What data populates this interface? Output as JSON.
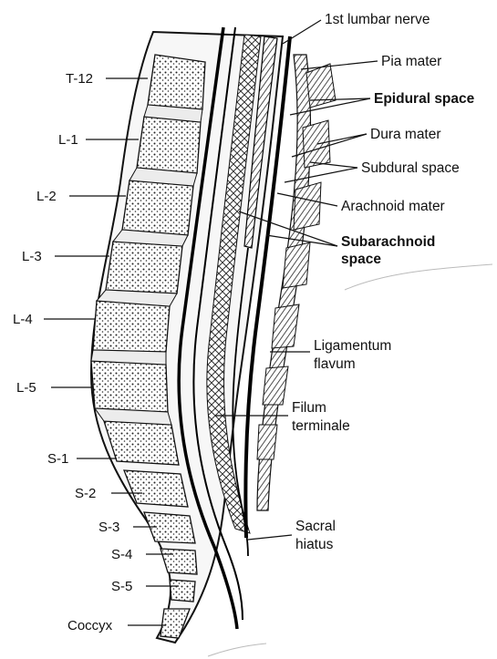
{
  "vertebra_labels": [
    {
      "id": "t12",
      "text": "T-12"
    },
    {
      "id": "l1",
      "text": "L-1"
    },
    {
      "id": "l2",
      "text": "L-2"
    },
    {
      "id": "l3",
      "text": "L-3"
    },
    {
      "id": "l4",
      "text": "L-4"
    },
    {
      "id": "l5",
      "text": "L-5"
    },
    {
      "id": "s1",
      "text": "S-1"
    },
    {
      "id": "s2",
      "text": "S-2"
    },
    {
      "id": "s3",
      "text": "S-3"
    },
    {
      "id": "s4",
      "text": "S-4"
    },
    {
      "id": "s5",
      "text": "S-5"
    },
    {
      "id": "coccyx",
      "text": "Coccyx"
    }
  ],
  "structure_labels": {
    "first_lumbar_nerve": "1st lumbar nerve",
    "pia_mater": "Pia mater",
    "epidural_space": "Epidural space",
    "dura_mater": "Dura mater",
    "subdural_space": "Subdural space",
    "arachnoid_mater": "Arachnoid mater",
    "subarachnoid_line1": "Subarachnoid",
    "subarachnoid_line2": "space",
    "ligamentum_line1": "Ligamentum",
    "ligamentum_line2": "flavum",
    "filum_line1": "Filum",
    "filum_line2": "terminale",
    "sacral_line1": "Sacral",
    "sacral_line2": "hiatus"
  }
}
